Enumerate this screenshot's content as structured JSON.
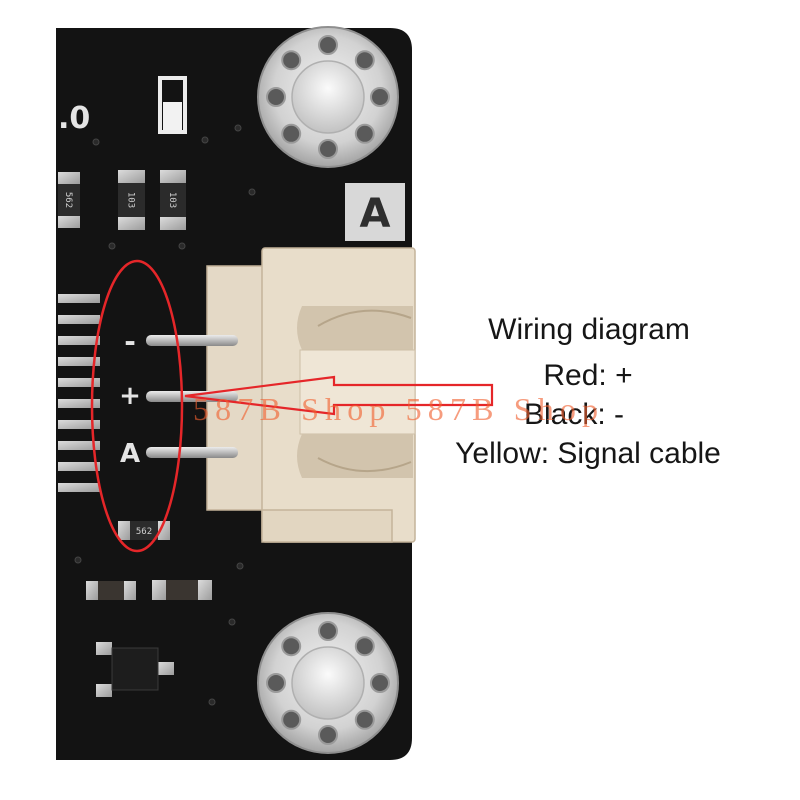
{
  "annotation": {
    "title": "Wiring diagram",
    "lines": [
      "Red: +",
      "Black: -",
      "Yellow: Signal cable"
    ]
  },
  "watermark": "587B Shop 587B Shop",
  "silkscreen": {
    "version": ".0",
    "pin_minus": "-",
    "pin_plus": "+",
    "pin_signal": "A",
    "label": "A"
  },
  "components": {
    "resistor_codes": [
      "562",
      "103",
      "103",
      "562"
    ]
  },
  "colors": {
    "annotation_red": "#e52629",
    "board": "#131313",
    "connector": "#e8ddca",
    "text": "#161616"
  }
}
